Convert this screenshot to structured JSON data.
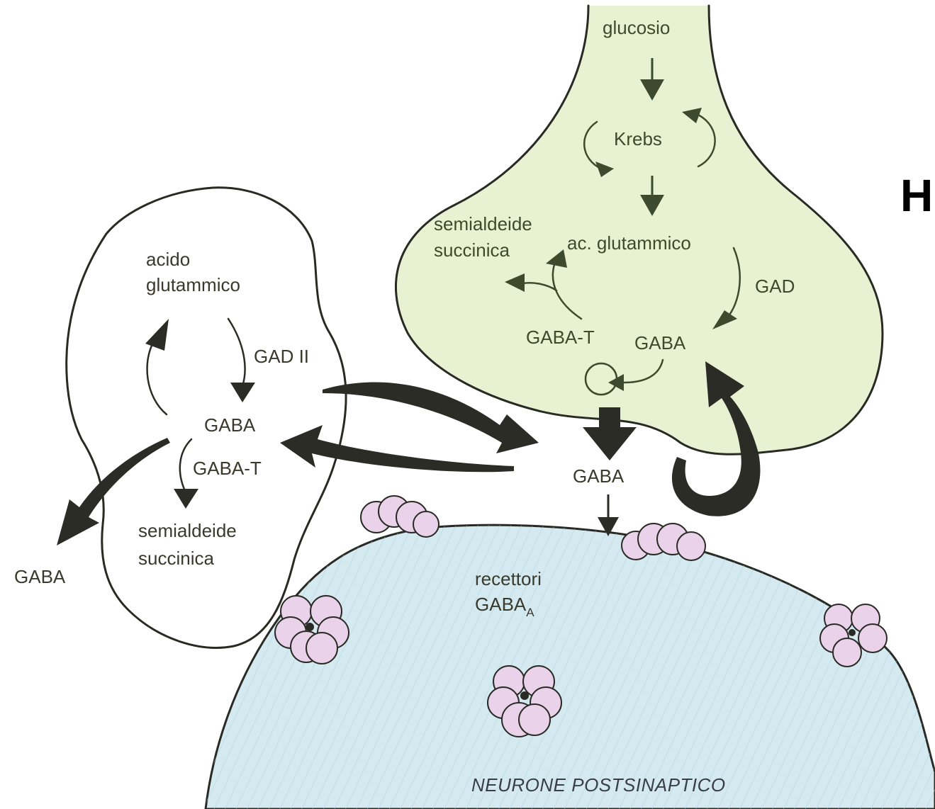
{
  "panel_letter": "H",
  "presynaptic": {
    "glucose": "glucosio",
    "krebs": "Krebs",
    "glutamic_acid": "ac. glutammico",
    "gad": "GAD",
    "gaba": "GABA",
    "gaba_t": "GABA-T",
    "succinic_semialdehyde_line1": "semialdeide",
    "succinic_semialdehyde_line2": "succinica"
  },
  "glia": {
    "glutamic_acid_line1": "acido",
    "glutamic_acid_line2": "glutammico",
    "gad_ii": "GAD II",
    "gaba": "GABA",
    "gaba_t": "GABA-T",
    "succinic_semialdehyde_line1": "semialdeide",
    "succinic_semialdehyde_line2": "succinica",
    "gaba_out": "GABA"
  },
  "cleft": {
    "gaba": "GABA"
  },
  "postsynaptic": {
    "receptors_line1": "recettori",
    "receptors_line2_main": "GABA",
    "receptors_line2_sub": "A",
    "title": "NEURONE POSTSINAPTICO"
  },
  "colors": {
    "presynaptic_fill": "#e8f2d2",
    "postsynaptic_fill": "#d5eaf0",
    "receptor_fill": "#ead3ea",
    "outline": "#2a2a24",
    "green_arrow": "#3d4a2e",
    "dark_arrow": "#2c2c26"
  }
}
